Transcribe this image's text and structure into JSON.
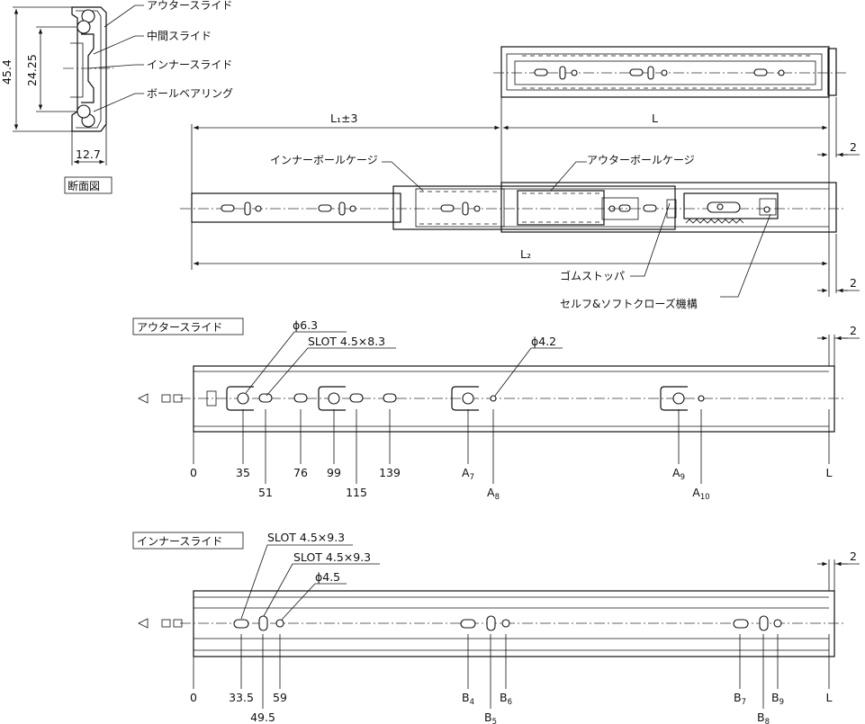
{
  "cross_section": {
    "labels": [
      "アウタースライド",
      "中間スライド",
      "インナースライド",
      "ボールベアリング"
    ],
    "dim_height": "45.4",
    "dim_pitch": "24.25",
    "dim_width": "12.7",
    "caption": "断面図"
  },
  "side_view": {
    "dim_l1": "L₁±3",
    "dim_l": "L",
    "dim_l2": "L₂",
    "dim_gap_top": "2",
    "dim_gap_bottom": "2",
    "callouts": {
      "inner_ball_cage": "インナーボールケージ",
      "outer_ball_cage": "アウターボールケージ",
      "rubber_stopper": "ゴムストッパ",
      "soft_close": "セルフ&ソフトクローズ機構"
    }
  },
  "outer_slide": {
    "title": "アウタースライド",
    "gap": "2",
    "callouts": {
      "hole_63": "ϕ6.3",
      "slot": "SLOT 4.5×8.3",
      "hole_42": "ϕ4.2"
    },
    "positions": [
      {
        "main": "0",
        "sub": ""
      },
      {
        "main": "35",
        "sub": ""
      },
      {
        "main": "51",
        "sub": ""
      },
      {
        "main": "76",
        "sub": ""
      },
      {
        "main": "99",
        "sub": ""
      },
      {
        "main": "115",
        "sub": ""
      },
      {
        "main": "139",
        "sub": ""
      },
      {
        "main": "A",
        "sub": "7"
      },
      {
        "main": "A",
        "sub": "8"
      },
      {
        "main": "A",
        "sub": "9"
      },
      {
        "main": "A",
        "sub": "10"
      },
      {
        "main": "L",
        "sub": ""
      }
    ]
  },
  "inner_slide": {
    "title": "インナースライド",
    "gap": "2",
    "callouts": {
      "slot_1": "SLOT 4.5×9.3",
      "slot_2": "SLOT 4.5×9.3",
      "hole_45": "ϕ4.5"
    },
    "positions": [
      {
        "main": "0",
        "sub": ""
      },
      {
        "main": "33.5",
        "sub": ""
      },
      {
        "main": "49.5",
        "sub": ""
      },
      {
        "main": "59",
        "sub": ""
      },
      {
        "main": "B",
        "sub": "4"
      },
      {
        "main": "B",
        "sub": "5"
      },
      {
        "main": "B",
        "sub": "6"
      },
      {
        "main": "B",
        "sub": "7"
      },
      {
        "main": "B",
        "sub": "8"
      },
      {
        "main": "B",
        "sub": "9"
      },
      {
        "main": "L",
        "sub": ""
      }
    ]
  }
}
